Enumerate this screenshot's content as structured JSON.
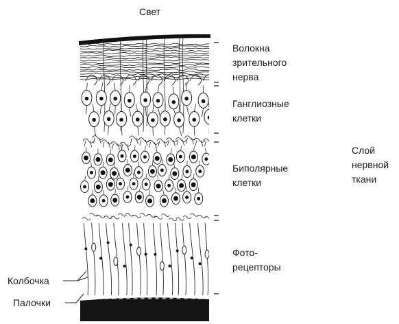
{
  "title": "Свет",
  "layers": {
    "fibers": [
      "Волокна",
      "зрительного",
      "нерва"
    ],
    "ganglion": [
      "Ганглиозные",
      "клетки"
    ],
    "bipolar": [
      "Биполярные",
      "клетки"
    ],
    "photoreceptors": [
      "Фото-",
      "рецепторы"
    ]
  },
  "retina_label": [
    "Слой",
    "нервной",
    "ткани"
  ],
  "cone_label": "Колбочка",
  "rods_label": "Палочки"
}
